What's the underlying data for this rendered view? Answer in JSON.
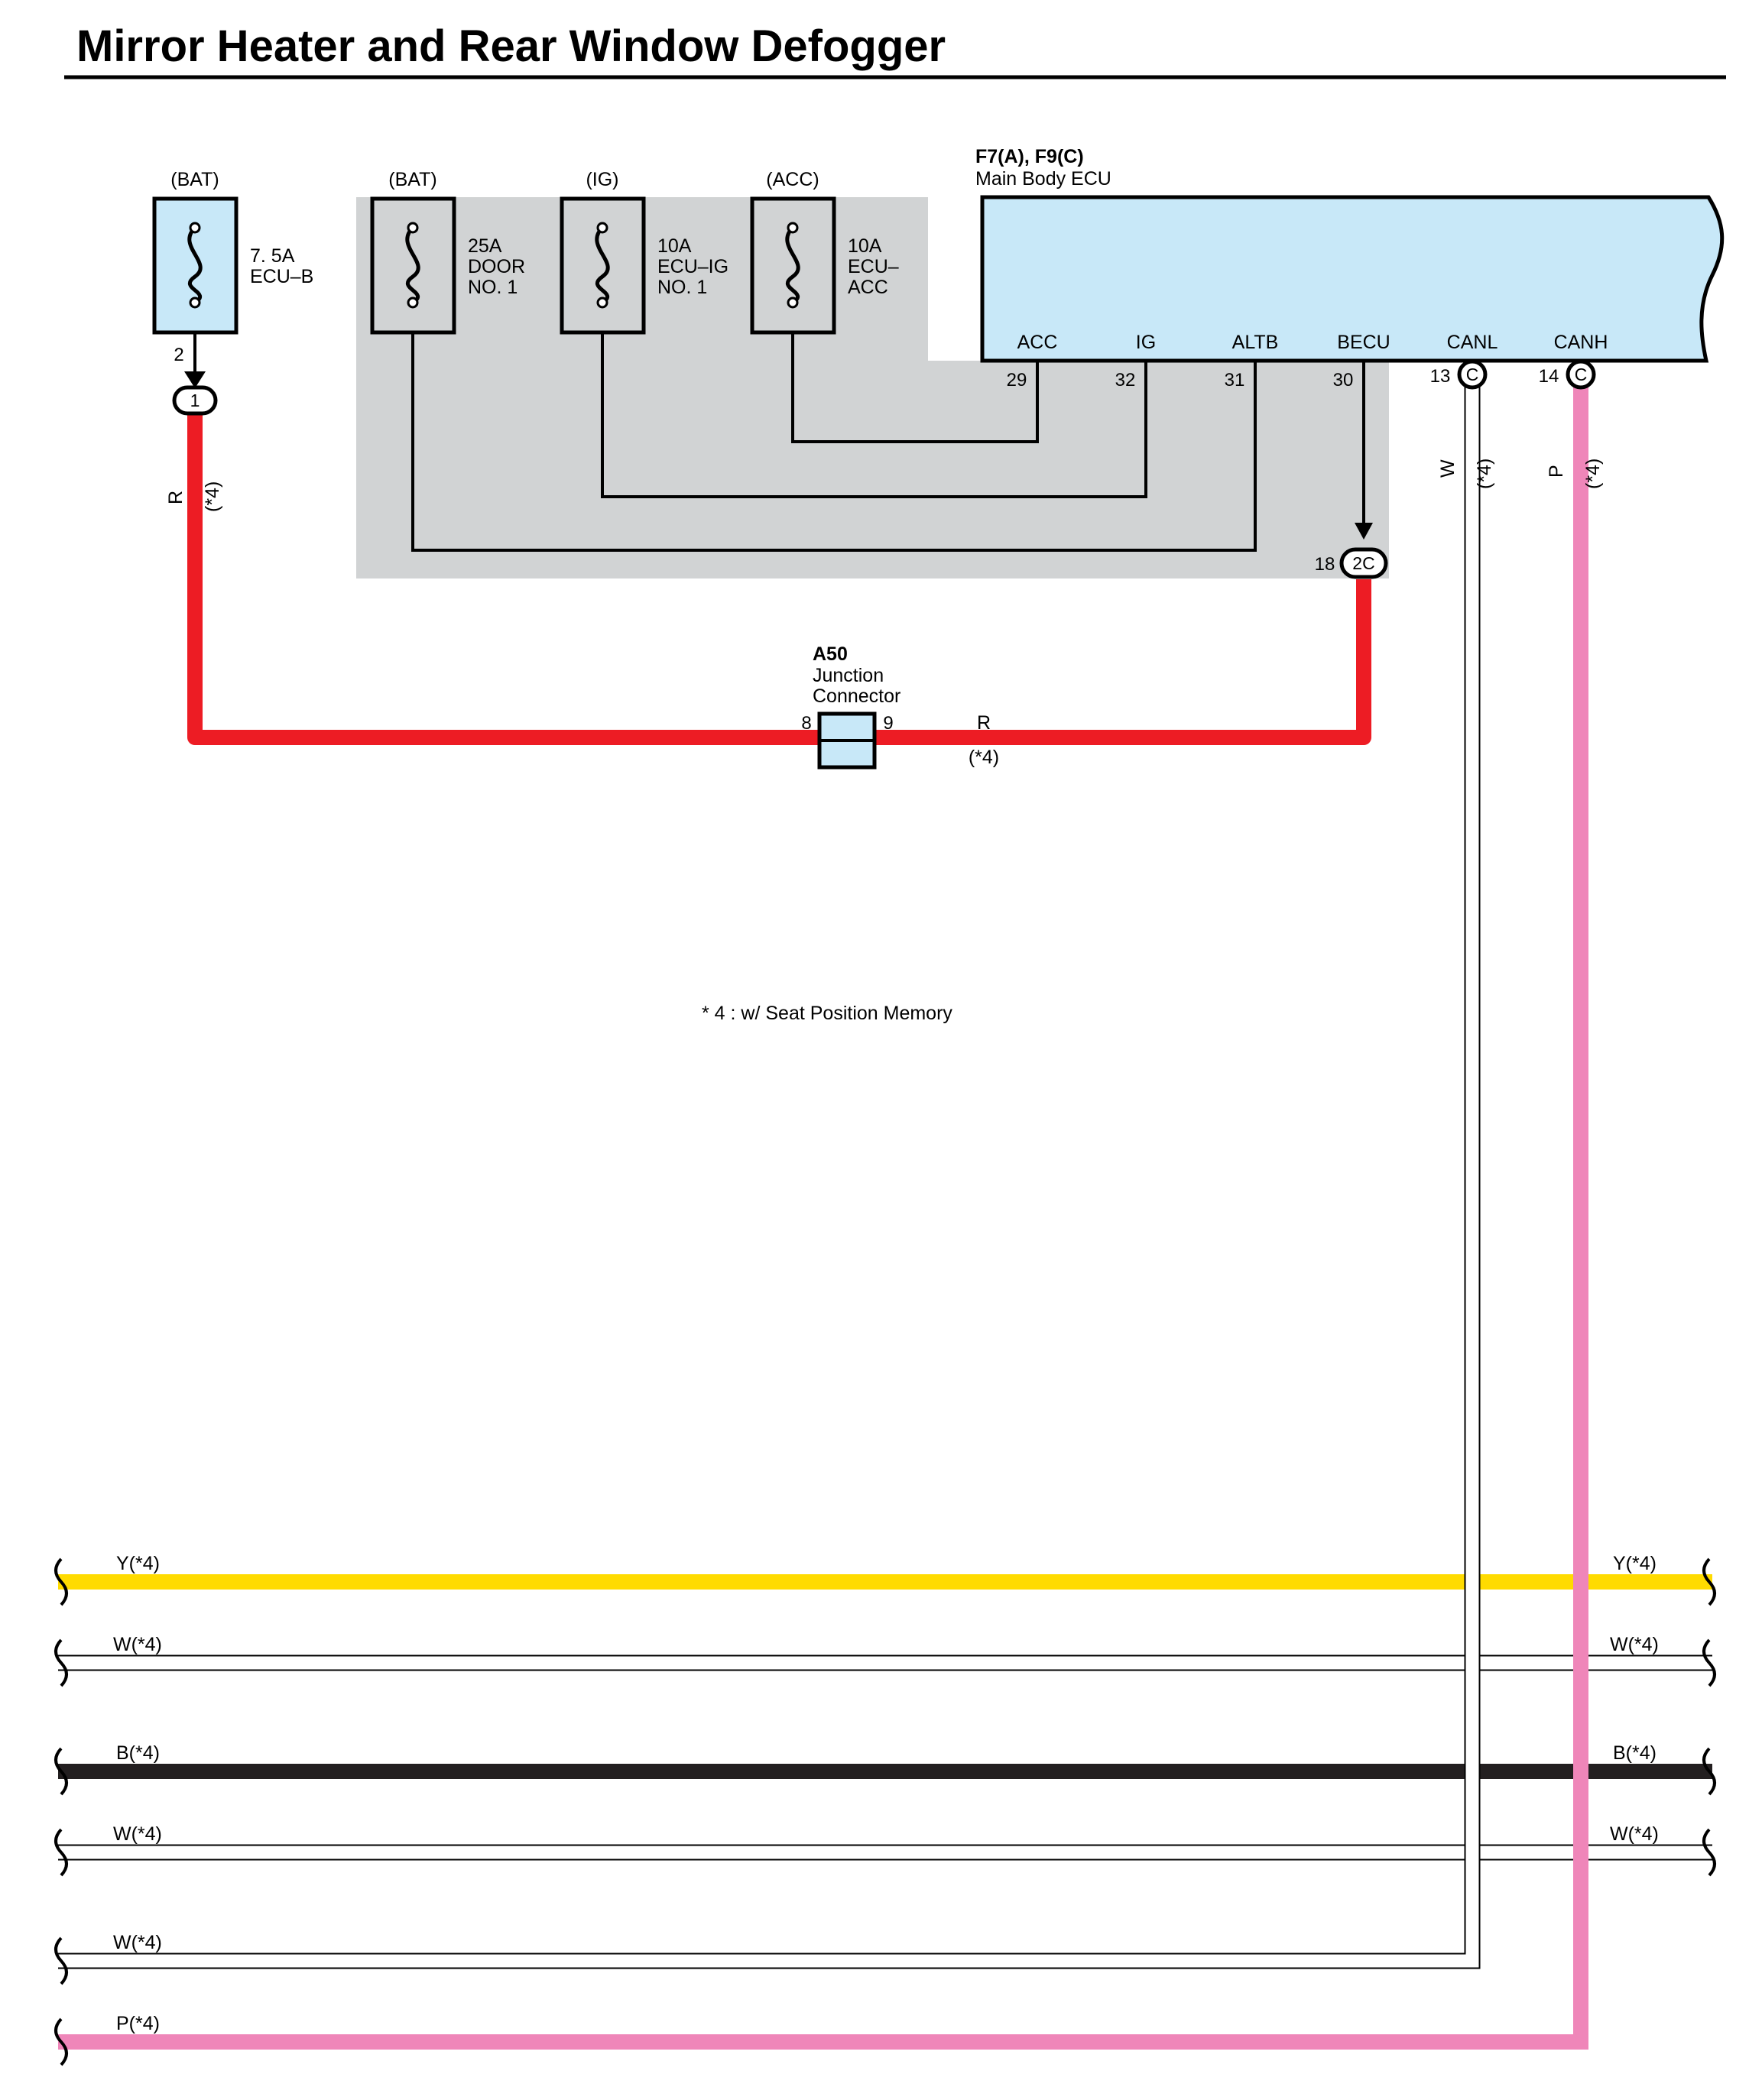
{
  "title": "Mirror Heater and Rear Window Defogger",
  "colors": {
    "red_wire": "#ED1C24",
    "pink_wire": "#EF86B9",
    "yellow_wire": "#FFDB00",
    "black_wire": "#231F20",
    "white_wire": "#FFFFFF",
    "component_fill": "#C8E8F8",
    "junction_block": "#D1D3D4"
  },
  "fuses": [
    {
      "source": "(BAT)",
      "rating": "7. 5A",
      "name": "ECU–B",
      "name2": ""
    },
    {
      "source": "(BAT)",
      "rating": "25A",
      "name": "DOOR",
      "name2": "NO. 1"
    },
    {
      "source": "(IG)",
      "rating": "10A",
      "name": "ECU–IG",
      "name2": "NO. 1"
    },
    {
      "source": "(ACC)",
      "rating": "10A",
      "name": "ECU–",
      "name2": "ACC"
    }
  ],
  "fuse1": {
    "pin": "2",
    "connector": "1",
    "wire_color": "R",
    "note": "(*4)"
  },
  "ecu": {
    "code": "F7(A), F9(C)",
    "name": "Main Body ECU",
    "terminals": [
      {
        "label": "ACC",
        "pin": "29"
      },
      {
        "label": "IG",
        "pin": "32"
      },
      {
        "label": "ALTB",
        "pin": "31"
      },
      {
        "label": "BECU",
        "pin": "30"
      },
      {
        "label": "CANL",
        "pin": "13",
        "conn": "C",
        "wire_color": "W",
        "note": "(*4)"
      },
      {
        "label": "CANH",
        "pin": "14",
        "conn": "C",
        "wire_color": "P",
        "note": "(*4)"
      }
    ]
  },
  "becu_connector": {
    "pin": "18",
    "label": "2C"
  },
  "junction": {
    "code": "A50",
    "line1": "Junction",
    "line2": "Connector",
    "pin_left": "8",
    "pin_right": "9",
    "wire_color": "R",
    "note": "(*4)"
  },
  "footnote": "* 4 : w/ Seat Position Memory",
  "bus": [
    {
      "left": "Y(*4)",
      "right": "Y(*4)"
    },
    {
      "left": "W(*4)",
      "right": "W(*4)"
    },
    {
      "left": "B(*4)",
      "right": "B(*4)"
    },
    {
      "left": "W(*4)",
      "right": "W(*4)"
    },
    {
      "left": "W(*4)",
      "right": ""
    },
    {
      "left": "P(*4)",
      "right": ""
    }
  ]
}
